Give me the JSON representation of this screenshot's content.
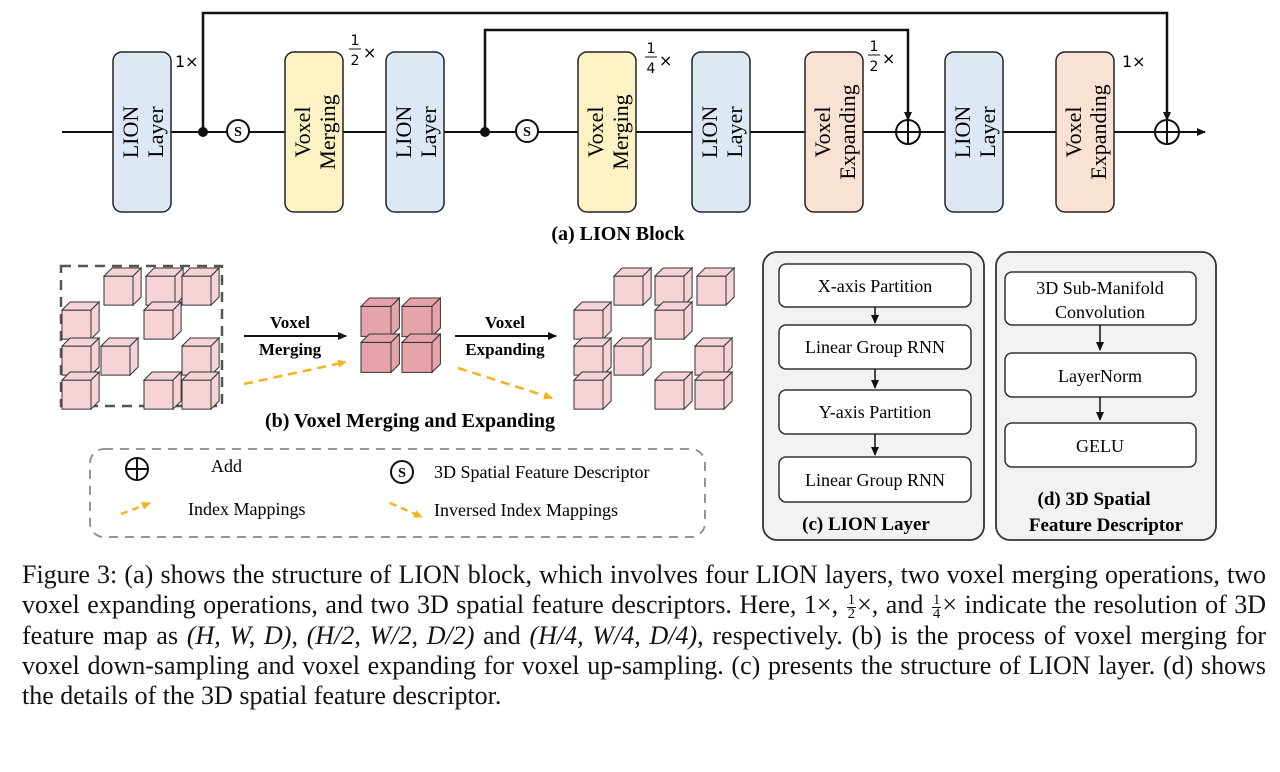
{
  "panel_a": {
    "title": "(a) LION Block",
    "blocks": [
      {
        "line1": "LION",
        "line2": "Layer",
        "res": "1×"
      },
      {
        "line1": "Voxel",
        "line2": "Merging",
        "res_num": "1",
        "res_den": "2",
        "res_x": "×"
      },
      {
        "line1": "LION",
        "line2": "Layer"
      },
      {
        "line1": "Voxel",
        "line2": "Merging",
        "res_num": "1",
        "res_den": "4",
        "res_x": "×"
      },
      {
        "line1": "LION",
        "line2": "Layer"
      },
      {
        "line1": "Voxel",
        "line2": "Expanding",
        "res_num": "1",
        "res_den": "2",
        "res_x": "×"
      },
      {
        "line1": "LION",
        "line2": "Layer"
      },
      {
        "line1": "Voxel",
        "line2": "Expanding",
        "res": "1×"
      }
    ],
    "s_label": "S"
  },
  "panel_b": {
    "title": "(b) Voxel Merging and Expanding",
    "merge_l1": "Voxel",
    "merge_l2": "Merging",
    "expand_l1": "Voxel",
    "expand_l2": "Expanding"
  },
  "legend": {
    "add": "Add",
    "sfd": "3D Spatial Feature Descriptor",
    "index": "Index Mappings",
    "inv_index": "Inversed Index Mappings",
    "s_label": "S"
  },
  "panel_c": {
    "title": "(c) LION Layer",
    "steps": [
      "X-axis Partition",
      "Linear Group RNN",
      "Y-axis Partition",
      "Linear Group RNN"
    ]
  },
  "panel_d": {
    "title_l1": "(d) 3D Spatial",
    "title_l2": "Feature Descriptor",
    "step1_l1": "3D Sub-Manifold",
    "step1_l2": "Convolution",
    "step2": "LayerNorm",
    "step3": "GELU"
  },
  "caption": {
    "p1": "Figure 3: (a) shows the structure of LION block, which involves four LION layers, two voxel merging operations, two voxel expanding operations, and two 3D spatial feature descriptors. Here,",
    "p2a": "1×,",
    "p2_frac1_num": "1",
    "p2_frac1_den": "2",
    "p2b": "×, and",
    "p2_frac2_num": "1",
    "p2_frac2_den": "4",
    "p2c": "× indicate the resolution of 3D feature map as",
    "m1": "(H, W, D)",
    "sep1": ",",
    "m2": "(H/2, W/2, D/2)",
    "and": "and",
    "m3": "(H/4, W/4, D/4)",
    "p3": ", respectively. (b) is the process of voxel merging for voxel down-sampling and voxel expanding for voxel up-sampling. (c) presents the structure of LION layer. (d) shows the details of the 3D spatial feature descriptor."
  },
  "colors": {
    "lion_fill": "#dce9f5",
    "merge_fill": "#fdf2c4",
    "expand_fill": "#f9e1d3",
    "cube_light": "#f6d3d6",
    "cube_dark": "#e6a4aa",
    "arrow_dash": "#f3b21e",
    "panel_fill": "#f2f2f3"
  }
}
